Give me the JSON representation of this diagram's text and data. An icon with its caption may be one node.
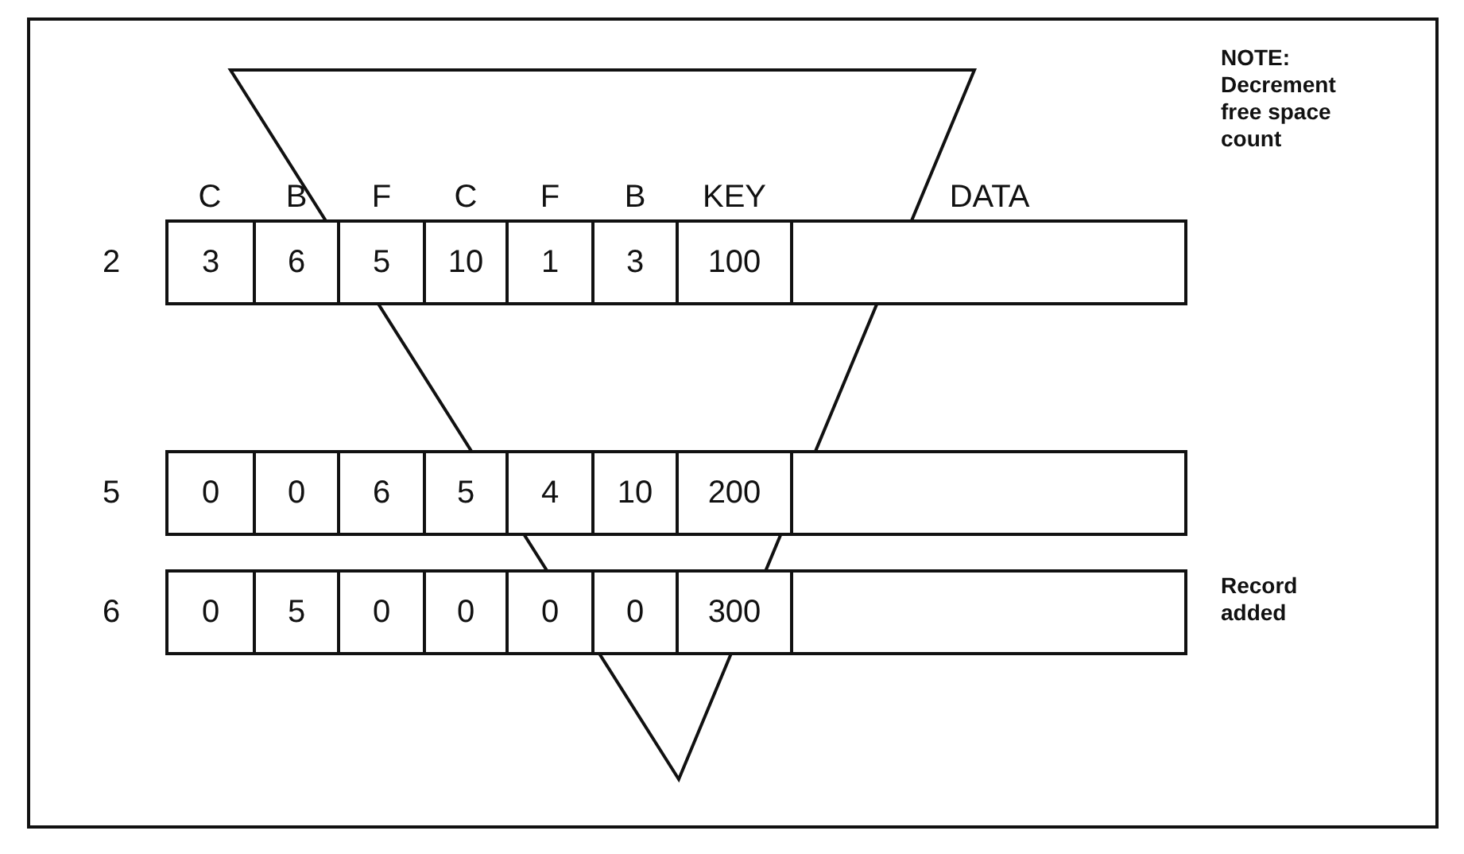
{
  "diagram": {
    "labels": [
      "NOTE: Decrement free space count",
      "C",
      "B",
      "F",
      "C",
      "F",
      "B",
      "KEY",
      "DATA",
      "2",
      "3",
      "6",
      "5",
      "10",
      "1",
      "3",
      "100",
      "5",
      "0",
      "0",
      "6",
      "5",
      "4",
      "10",
      "200",
      "6",
      "0",
      "5",
      "0",
      "0",
      "0",
      "0",
      "300",
      "Record added"
    ]
  }
}
